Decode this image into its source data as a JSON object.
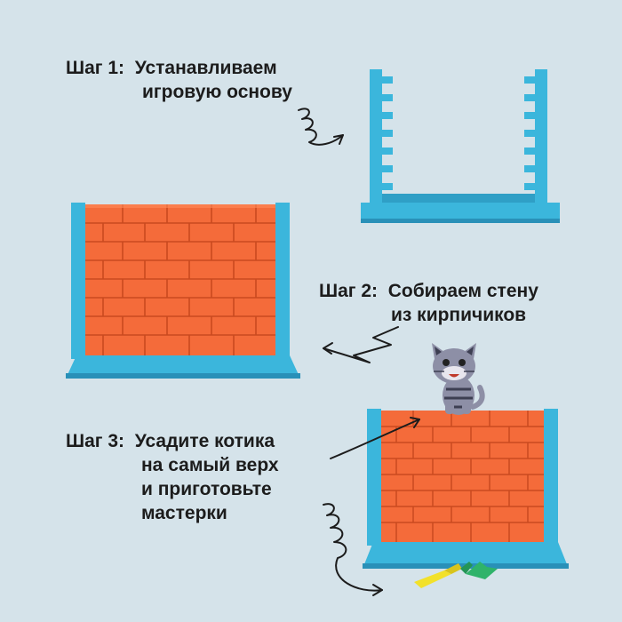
{
  "steps": [
    {
      "label": "Шаг 1:",
      "lines": [
        "Устанавливаем",
        "игровую основу"
      ]
    },
    {
      "label": "Шаг 2:",
      "lines": [
        "Собираем стену",
        "из кирпичиков"
      ]
    },
    {
      "label": "Шаг 3:",
      "lines": [
        "Усадите котика",
        "на самый верх",
        "и приготовьте",
        "мастерки"
      ]
    }
  ],
  "colors": {
    "background": "#d5e3ea",
    "frame": "#3bb6dc",
    "brick": "#f46b3a",
    "brick_edge": "#c94a1f",
    "trowel_yellow": "#f2e12a",
    "trowel_green": "#2fb36a"
  },
  "icons": [
    "empty-frame-illustration",
    "brick-wall-illustration",
    "cat-figure-illustration",
    "trowel-icon"
  ]
}
